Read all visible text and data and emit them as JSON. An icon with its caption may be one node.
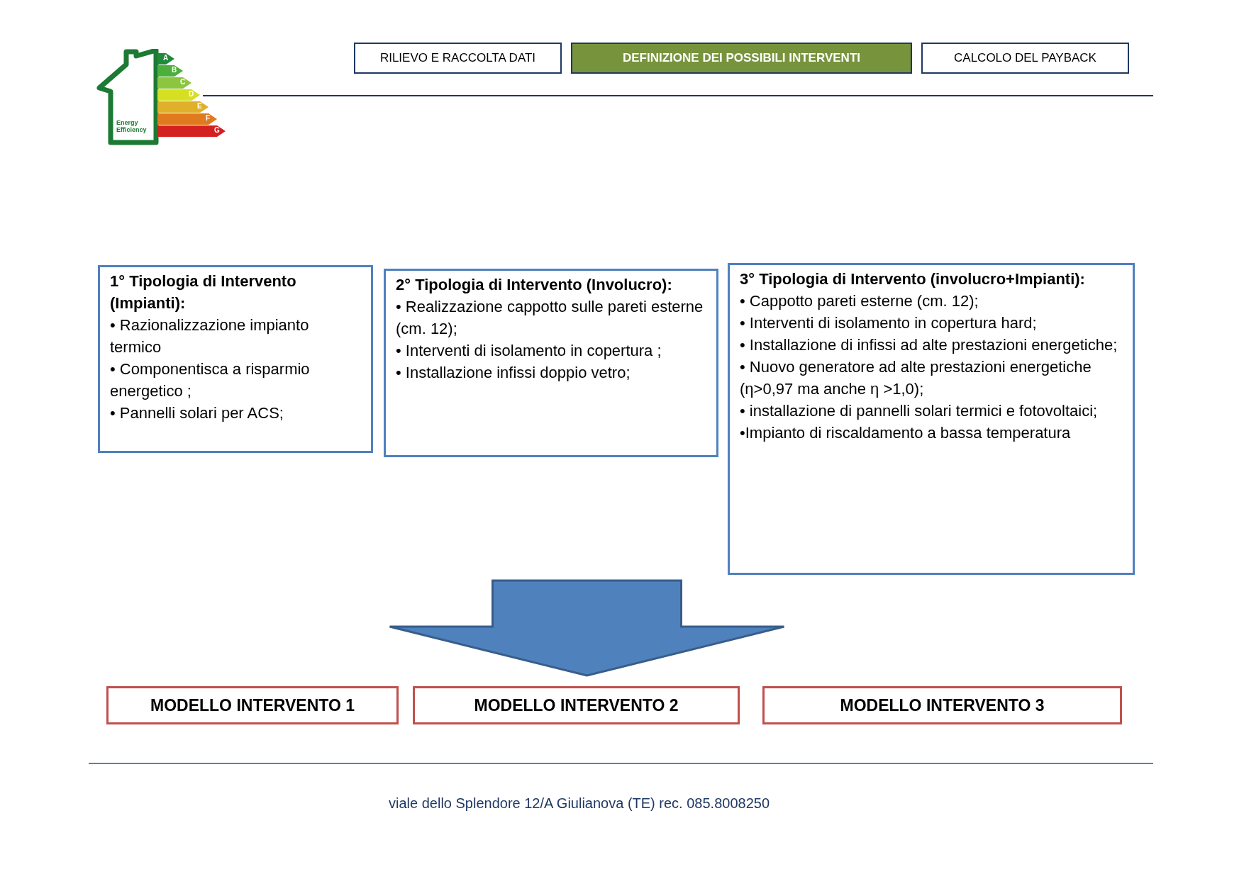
{
  "diagram": {
    "nodes": [
      {
        "text": [
          "RILIEVO E RACCOLTA DATI"
        ]
      },
      {
        "text": [
          "DEFINIZIONE DEI POSSIBILI INTERVENTI"
        ]
      },
      {
        "text": [
          "CALCOLO DEL PAYBACK"
        ]
      },
      {
        "text": [
          "1° Tipologia di Intervento (Impianti):",
          "• Razionalizzazione impianto termico",
          "• Componentisca a risparmio energetico ;",
          "• Pannelli solari per ACS;"
        ]
      },
      {
        "text": [
          "2° Tipologia di Intervento (Involucro):",
          "• Realizzazione cappotto sulle pareti esterne (cm. 12);",
          "• Interventi di isolamento in copertura ;",
          "•  Installazione infissi doppio vetro;"
        ]
      },
      {
        "text": [
          "3° Tipologia di Intervento (involucro+Impianti):",
          "• Cappotto pareti esterne (cm. 12);",
          "• Interventi di isolamento in copertura hard;",
          "• Installazione di infissi ad alte prestazioni energetiche;",
          "• Nuovo generatore ad alte prestazioni energetiche (η>0,97 ma anche η >1,0);",
          "• installazione di pannelli solari termici e fotovoltaici;",
          "•Impianto di riscaldamento a bassa temperatura"
        ]
      },
      {
        "text": [
          "MODELLO INTERVENTO 1"
        ]
      },
      {
        "text": [
          "MODELLO INTERVENTO 2"
        ]
      },
      {
        "text": [
          "MODELLO INTERVENTO 3"
        ]
      }
    ],
    "edges": [
      {
        "from": 4,
        "to": 7,
        "arrow": "to",
        "style": "thick"
      }
    ],
    "labels": [
      "A",
      "B",
      "C",
      "D",
      "E",
      "F",
      "G",
      "Energy Efficiency",
      "viale dello Splendore 12/A Giulianova (TE) rec. 085.8008250"
    ]
  }
}
